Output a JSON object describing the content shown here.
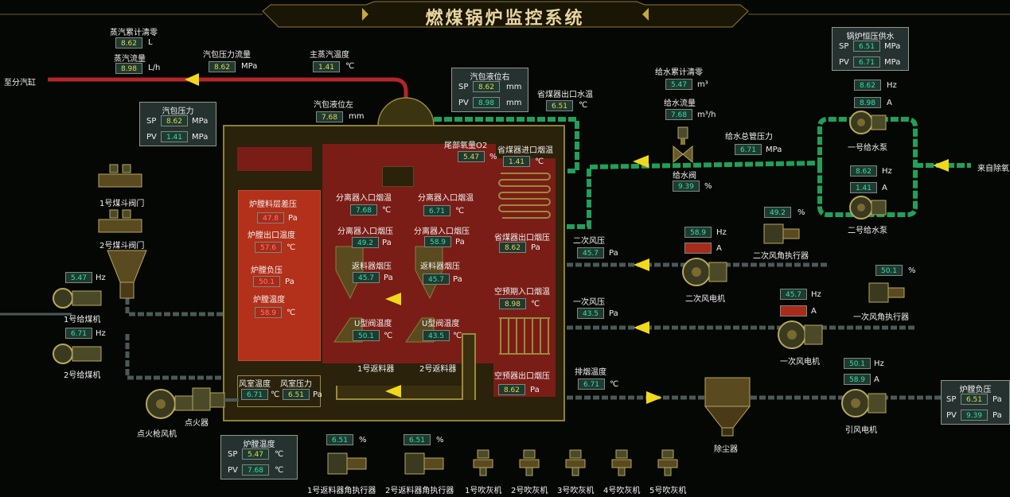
{
  "title": "燃煤锅炉监控系统",
  "colors": {
    "steam_pipe": "#c0282a",
    "water_pipe": "#21a05a",
    "air_pipe": "#4a5a58",
    "arrow": "#f0d81a",
    "boiler_frame": "#8e8034"
  },
  "readings": {
    "steam_total": {
      "label": "蒸汽累计清零",
      "value": "8.62",
      "unit": "L"
    },
    "steam_flow": {
      "label": "蒸汽流量",
      "value": "8.98",
      "unit": "L/h"
    },
    "drum_pressure_flow": {
      "label": "汽包压力流量",
      "value": "8.62",
      "unit": "MPa"
    },
    "main_steam_temp": {
      "label": "主蒸汽温度",
      "value": "1.41",
      "unit": "℃"
    },
    "drum_level_left": {
      "label": "汽包液位左",
      "value": "7.68",
      "unit": "mm"
    },
    "econ_outlet_water_temp": {
      "label": "省煤器出口水温",
      "value": "6.51",
      "unit": "℃"
    },
    "tail_o2": {
      "label": "尾部氧量O2",
      "value": "5.47",
      "unit": "%"
    },
    "econ_inlet_flue_temp": {
      "label": "省煤器进口烟温",
      "value": "1.41",
      "unit": "℃"
    },
    "feed_total": {
      "label": "给水累计清零",
      "value": "5.47",
      "unit": "m³"
    },
    "feed_flow": {
      "label": "给水流量",
      "value": "7.68",
      "unit": "m³/h"
    },
    "feed_header_pressure": {
      "label": "给水总管压力",
      "value": "6.71",
      "unit": "MPa"
    },
    "feed_valve": {
      "label": "给水阀",
      "value": "9.39",
      "unit": "%"
    },
    "pump1_hz": {
      "value": "8.62",
      "unit": "Hz"
    },
    "pump1_a": {
      "value": "8.98",
      "unit": "A"
    },
    "pump1_label": "一号给水泵",
    "pump2_hz": {
      "value": "8.62",
      "unit": "Hz"
    },
    "pump2_a": {
      "value": "1.41",
      "unit": "A"
    },
    "pump2_label": "二号给水泵",
    "secondary_damper": {
      "label": "二次风角执行器",
      "value": "49.2",
      "unit": "%"
    },
    "secondary_fan_hz": {
      "value": "58.9",
      "unit": "Hz"
    },
    "secondary_fan_a": {
      "value": "",
      "unit": "A"
    },
    "secondary_fan_label": "二次风电机",
    "secondary_air_pressure": {
      "label": "二次风压",
      "value": "45.7",
      "unit": "Pa"
    },
    "primary_damper": {
      "label": "一次风角执行器",
      "value": "50.1",
      "unit": "%"
    },
    "primary_fan_hz": {
      "value": "45.7",
      "unit": "Hz"
    },
    "primary_fan_a": {
      "value": "",
      "unit": "A"
    },
    "primary_fan_label": "一次风电机",
    "primary_air_pressure": {
      "label": "一次风压",
      "value": "43.5",
      "unit": "Pa"
    },
    "exhaust_temp": {
      "label": "排烟温度",
      "value": "6.71",
      "unit": "℃"
    },
    "id_fan_hz": {
      "value": "50.1",
      "unit": "Hz"
    },
    "id_fan_a": {
      "value": "58.9",
      "unit": "A"
    },
    "id_fan_label": "引风电机",
    "dust_collector": "除尘器",
    "bed_dp": {
      "label": "炉膛料层差压",
      "value": "47.8",
      "unit": "Pa"
    },
    "furnace_outlet_temp": {
      "label": "炉膛出口温度",
      "value": "57.6",
      "unit": "℃"
    },
    "furnace_neg_pressure": {
      "label": "炉膛负压",
      "value": "50.1",
      "unit": "Pa"
    },
    "furnace_temp": {
      "label": "炉膛温度",
      "value": "58.9",
      "unit": "℃"
    },
    "sep_in_temp_1": {
      "label": "分离器入口烟温",
      "value": "7.68",
      "unit": "℃"
    },
    "sep_in_temp_2": {
      "label": "分离器入口烟温",
      "value": "6.71",
      "unit": "℃"
    },
    "sep_in_press_1": {
      "label": "分离器入口烟压",
      "value": "49.2",
      "unit": "Pa"
    },
    "sep_in_press_2": {
      "label": "分离器入口烟压",
      "value": "58.9",
      "unit": "Pa"
    },
    "return_press_1": {
      "label": "返料器烟压",
      "value": "45.7",
      "unit": "Pa"
    },
    "return_press_2": {
      "label": "返料器烟压",
      "value": "45.7",
      "unit": "Pa"
    },
    "u_valve_temp_1": {
      "label": "U型阀温度",
      "value": "50.1",
      "unit": "℃"
    },
    "u_valve_temp_2": {
      "label": "U型阀温度",
      "value": "43.5",
      "unit": "℃"
    },
    "return_label_1": "1号返料器",
    "return_label_2": "2号返料器",
    "econ_outlet_flue_press": {
      "label": "省煤器出口烟压",
      "value": "8.62",
      "unit": "Pa"
    },
    "ah_inlet_flue_temp": {
      "label": "空预期入口烟温",
      "value": "8.98",
      "unit": "℃"
    },
    "ah_outlet_flue_press": {
      "label": "空预器出口烟压",
      "value": "8.62",
      "unit": "Pa"
    },
    "windbox_temp": {
      "label": "风室温度",
      "value": "6.71",
      "unit": "℃"
    },
    "windbox_press": {
      "label": "风室压力",
      "value": "6.51",
      "unit": "Pa"
    },
    "coal_feeder1_hz": {
      "value": "5.47",
      "unit": "Hz"
    },
    "coal_feeder1_label": "1号给煤机",
    "coal_feeder2_hz": {
      "value": "6.71",
      "unit": "Hz"
    },
    "coal_feeder2_label": "2号给煤机",
    "hopper_valve1": "1号煤斗阀门",
    "hopper_valve2": "2号煤斗阀门",
    "ignition_fan": "点火枪风机",
    "igniter": "点火器",
    "return_damper_1": {
      "label": "1号返料器角执行器",
      "value": "6.51",
      "unit": "%"
    },
    "return_damper_2": {
      "label": "2号返料器角执行器",
      "value": "6.51",
      "unit": "%"
    },
    "soot_blowers": [
      "1号吹灰机",
      "2号吹灰机",
      "3号吹灰机",
      "4号吹灰机",
      "5号吹灰机"
    ]
  },
  "panels": {
    "drum_pressure": {
      "title": "汽包压力",
      "sp": "8.62",
      "pv": "1.41",
      "unit": "MPa"
    },
    "drum_level_right": {
      "title": "汽包液位右",
      "sp": "8.62",
      "pv": "8.98",
      "unit": "mm"
    },
    "boiler_const_pressure": {
      "title": "锅炉恒压供水",
      "sp": "6.51",
      "pv": "6.71",
      "unit": "MPa"
    },
    "furnace_temp_panel": {
      "title": "炉膛温度",
      "sp": "5.47",
      "pv": "7.68",
      "unit": "℃"
    },
    "furnace_neg_panel": {
      "title": "炉膛负压",
      "sp": "6.51",
      "pv": "9.39",
      "unit": "Pa"
    },
    "sp_label": "SP",
    "pv_label": "PV"
  },
  "flow_labels": {
    "to_header": "至分汽缸",
    "from_deaerator": "来自除氧"
  }
}
